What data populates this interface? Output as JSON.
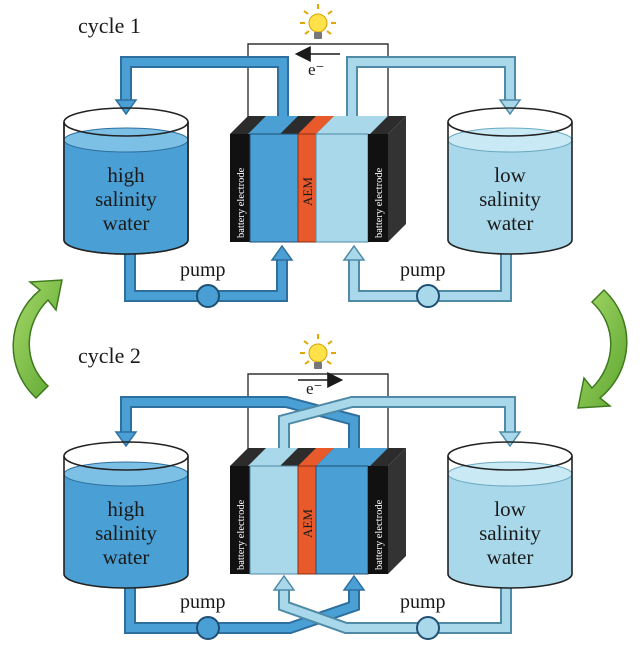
{
  "cycle1": {
    "label": "cycle 1",
    "electron": "e⁻",
    "left_tank": [
      "high",
      "salinity",
      "water"
    ],
    "right_tank": [
      "low",
      "salinity",
      "water"
    ],
    "left_pump": "pump",
    "right_pump": "pump",
    "left_electrode": "battery electrode",
    "right_electrode": "battery electrode",
    "membrane": "AEM"
  },
  "cycle2": {
    "label": "cycle 2",
    "electron": "e⁻",
    "left_tank": [
      "high",
      "salinity",
      "water"
    ],
    "right_tank": [
      "low",
      "salinity",
      "water"
    ],
    "left_pump": "pump",
    "right_pump": "pump",
    "left_electrode": "battery electrode",
    "right_electrode": "battery electrode",
    "membrane": "AEM"
  },
  "colors": {
    "high_salinity": "#4a9fd4",
    "low_salinity": "#a9d8ea",
    "membrane": "#e85a2c",
    "electrode": "#111111",
    "cycle_arrow": "#7cc043",
    "bulb": "#ffe24a"
  },
  "icons": [
    "light-bulb-icon",
    "pump-icon",
    "cycle-arrow-icon"
  ]
}
